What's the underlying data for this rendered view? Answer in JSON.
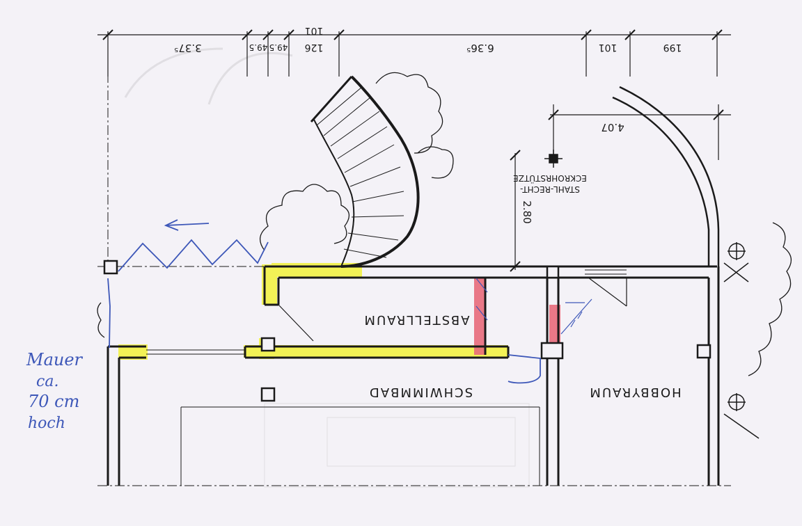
{
  "dimensions_top": [
    "3.37⁵",
    "49.5",
    "49.5",
    "126",
    "101",
    "6.36⁵",
    "101",
    "199"
  ],
  "dimension_curve": "4.07",
  "dimension_vertical": "2.80",
  "column_note_line1": "STAHL-RECHT-",
  "column_note_line2": "ECKROHRSTÜTZE",
  "room_storage": "ABSTELLRAUM",
  "room_pool": "SCHWIMMBAD",
  "room_hobby": "HOBBYRAUM",
  "handwritten_note": [
    "Mauer",
    "ca.",
    "70 cm",
    "hoch"
  ],
  "colors": {
    "ink": "#1a1a1a",
    "highlight_yellow": "#f2f23a",
    "highlight_red": "#e86a7a",
    "pen_blue": "#3d57b8",
    "paper": "#f4f2f7"
  }
}
